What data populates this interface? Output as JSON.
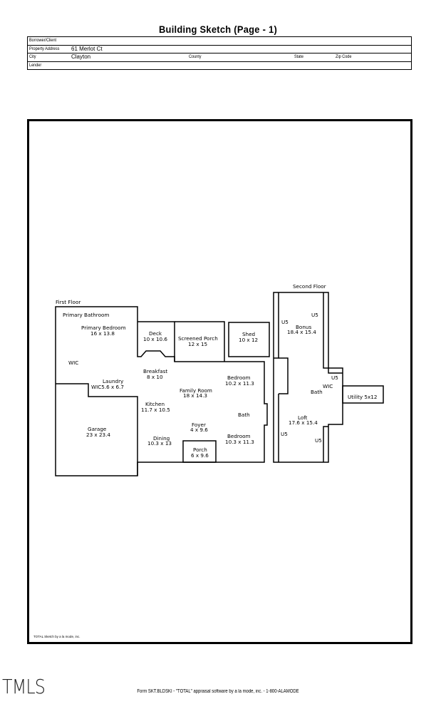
{
  "header": {
    "title": "Building Sketch (Page - 1)"
  },
  "info": {
    "borrower_label": "Borrower/Client",
    "borrower_value": "",
    "address_label": "Property Address",
    "address_value": "61 Merlot Ct",
    "city_label": "City",
    "city_value": "Clayton",
    "county_label": "County",
    "county_value": "",
    "state_label": "State",
    "state_value": "",
    "zip_label": "Zip Code",
    "zip_value": "",
    "lender_label": "Lender",
    "lender_value": ""
  },
  "sketch": {
    "first_floor_label": "First Floor",
    "second_floor_label": "Second Floor",
    "rooms": {
      "primary_bathroom": "Primary Bathroom",
      "primary_bedroom": "Primary Bedroom",
      "primary_bedroom_dim": "16 x 13.8",
      "wic1": "WIC",
      "laundry": "Laundry",
      "laundry_dim": "WIC5.6 x 6.7",
      "garage": "Garage",
      "garage_dim": "23 x 23.4",
      "deck": "Deck",
      "deck_dim": "10 x 10.6",
      "screened_porch": "Screened Porch",
      "screened_porch_dim": "12 x 15",
      "shed": "Shed",
      "shed_dim": "10 x 12",
      "breakfast": "Breakfast",
      "breakfast_dim": "8 x 10",
      "bedroom1": "Bedroom",
      "bedroom1_dim": "10.2 x 11.3",
      "family_room": "Family Room",
      "family_room_dim": "18 x 14.3",
      "kitchen": "Kitchen",
      "kitchen_dim": "11.7 x 10.5",
      "bath1": "Bath",
      "foyer": "Foyer",
      "foyer_dim": "4 x 9.6",
      "dining": "Dining",
      "dining_dim": "10.3 x 13",
      "bedroom2": "Bedroom",
      "bedroom2_dim": "10.3 x 11.3",
      "porch": "Porch",
      "porch_dim": "6 x 9.6",
      "bonus": "Bonus",
      "bonus_dim": "18.4 x 15.4",
      "u5_a": "U5",
      "u5_b": "U5",
      "u5_c": "U5",
      "u5_d": "U5",
      "u5_e": "U5",
      "wic2": "WIC",
      "bath2": "Bath",
      "utility": "Utility 5x12",
      "loft": "Loft",
      "loft_dim": "17.6 x 15.4"
    },
    "credit": "TOTAL Sketch by a la mode, inc."
  },
  "footer": {
    "logo": "TMLS",
    "form_text": "Form SKT.BLDSKI - \"TOTAL\" appraisal software by a la mode, inc. - 1-800-ALAMODE"
  }
}
